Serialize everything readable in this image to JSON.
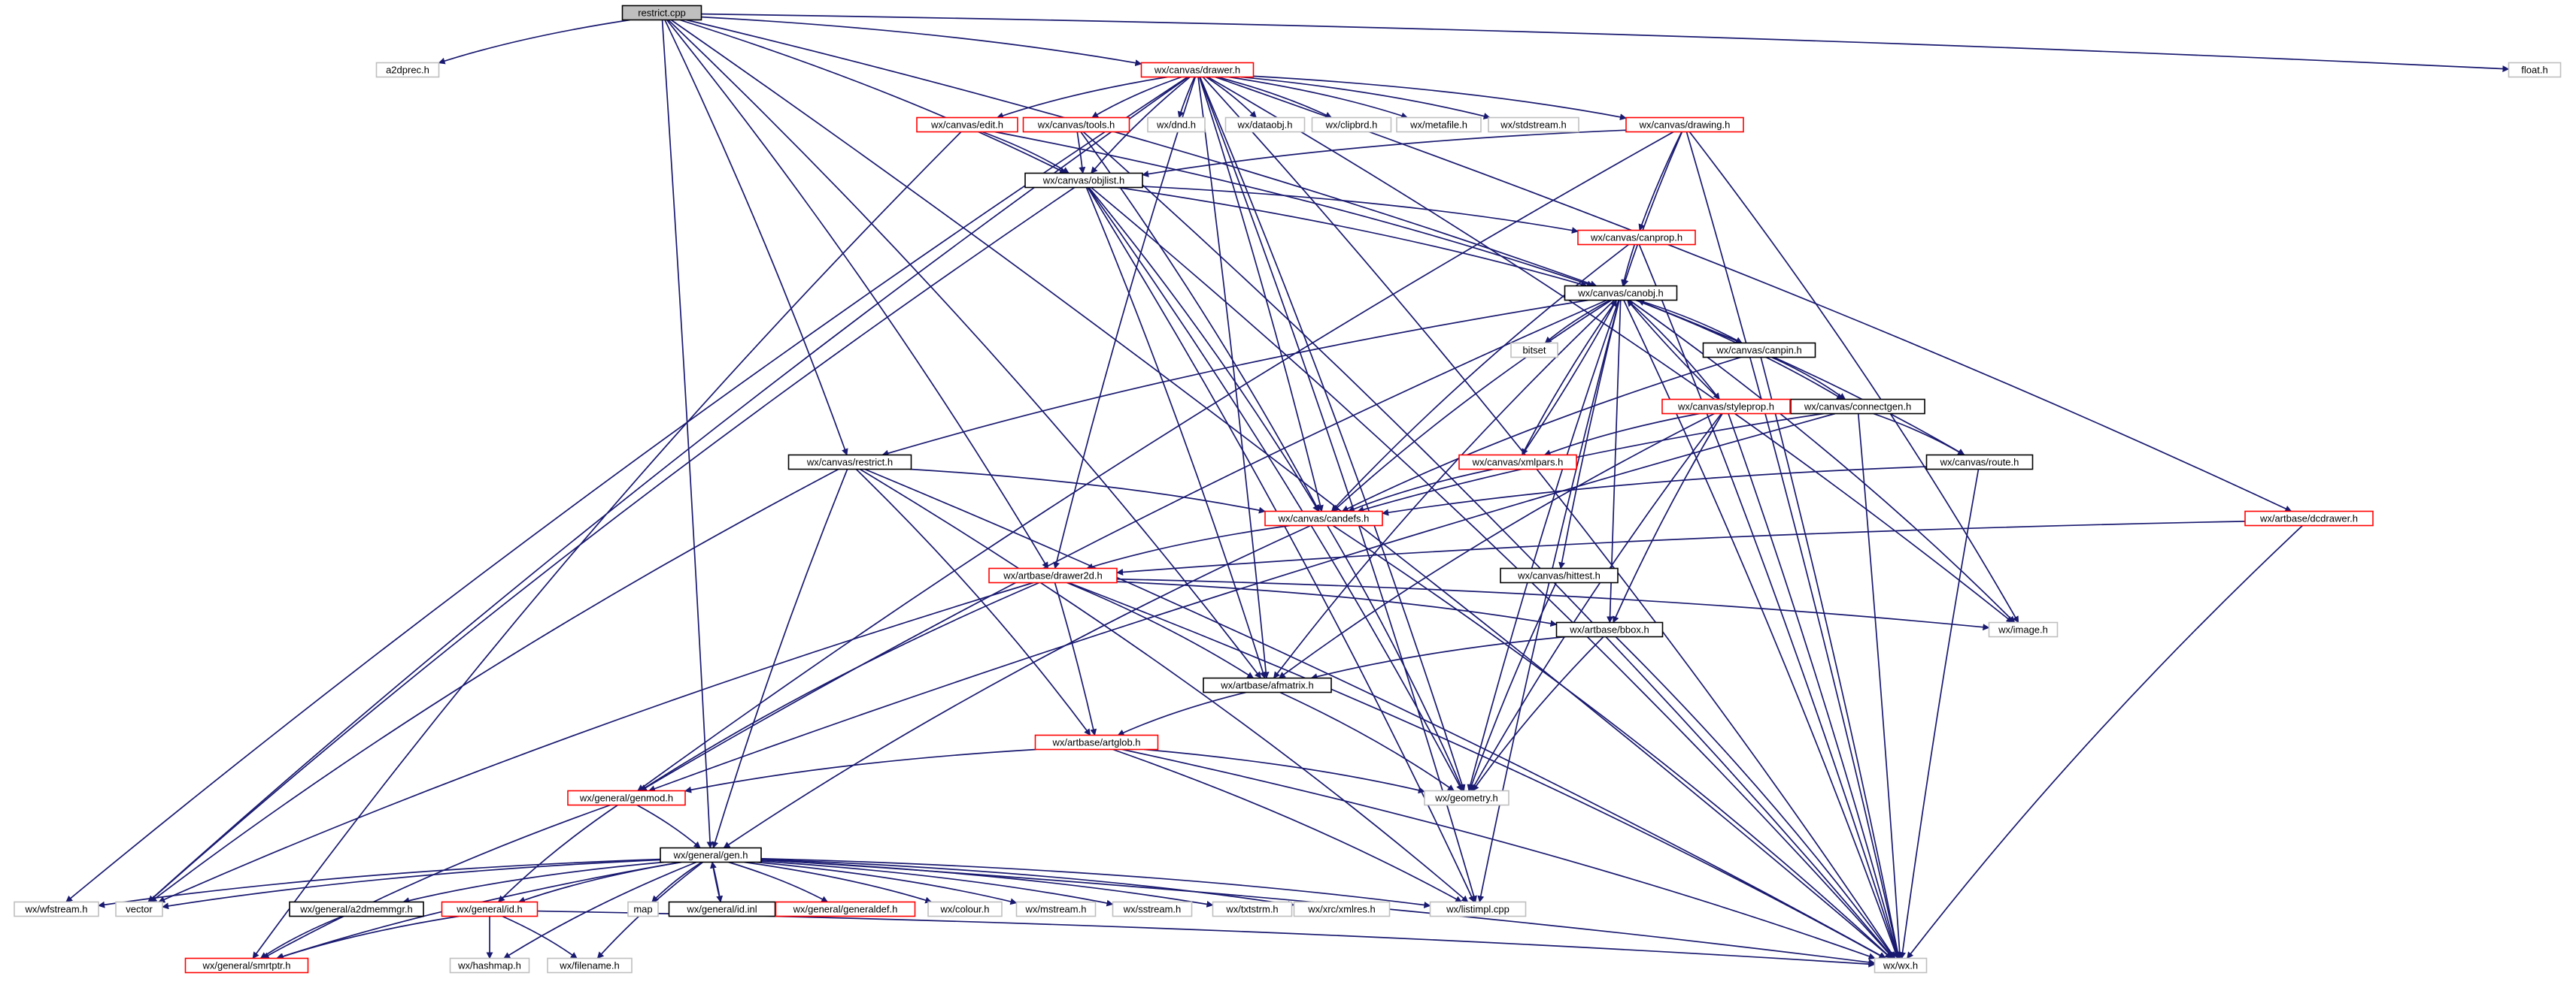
{
  "colors": {
    "edge": "#191970",
    "border_documented": "#000000",
    "border_undocumented_children": "#ff0000",
    "border_external": "#bfbfbf",
    "root_fill": "#bfbfbf",
    "label": "#000000"
  },
  "nodes": [
    {
      "id": "restrict_cpp",
      "label": "restrict.cpp",
      "style": "root"
    },
    {
      "id": "a2dprec_h",
      "label": "a2dprec.h",
      "style": "external"
    },
    {
      "id": "float_h",
      "label": "float.h",
      "style": "external"
    },
    {
      "id": "drawer_h",
      "label": "wx/canvas/drawer.h",
      "style": "red"
    },
    {
      "id": "edit_h",
      "label": "wx/canvas/edit.h",
      "style": "red"
    },
    {
      "id": "tools_h",
      "label": "wx/canvas/tools.h",
      "style": "red"
    },
    {
      "id": "dnd_h",
      "label": "wx/dnd.h",
      "style": "external"
    },
    {
      "id": "dataobj_h",
      "label": "wx/dataobj.h",
      "style": "external"
    },
    {
      "id": "clipbrd_h",
      "label": "wx/clipbrd.h",
      "style": "external"
    },
    {
      "id": "metafile_h",
      "label": "wx/metafile.h",
      "style": "external"
    },
    {
      "id": "stdstream_h",
      "label": "wx/stdstream.h",
      "style": "external"
    },
    {
      "id": "drawing_h",
      "label": "wx/canvas/drawing.h",
      "style": "red"
    },
    {
      "id": "objlist_h",
      "label": "wx/canvas/objlist.h",
      "style": "black"
    },
    {
      "id": "canprop_h",
      "label": "wx/canvas/canprop.h",
      "style": "red"
    },
    {
      "id": "canobj_h",
      "label": "wx/canvas/canobj.h",
      "style": "black"
    },
    {
      "id": "bitset",
      "label": "bitset",
      "style": "external"
    },
    {
      "id": "canpin_h",
      "label": "wx/canvas/canpin.h",
      "style": "black"
    },
    {
      "id": "connectgen_h",
      "label": "wx/canvas/connectgen.h",
      "style": "black"
    },
    {
      "id": "styleprop_h",
      "label": "wx/canvas/styleprop.h",
      "style": "red"
    },
    {
      "id": "restrict_h",
      "label": "wx/canvas/restrict.h",
      "style": "black"
    },
    {
      "id": "xmlpars_h",
      "label": "wx/canvas/xmlpars.h",
      "style": "red"
    },
    {
      "id": "route_h",
      "label": "wx/canvas/route.h",
      "style": "black"
    },
    {
      "id": "candefs_h",
      "label": "wx/canvas/candefs.h",
      "style": "red"
    },
    {
      "id": "dcdrawer_h",
      "label": "wx/artbase/dcdrawer.h",
      "style": "red"
    },
    {
      "id": "drawer2d_h",
      "label": "wx/artbase/drawer2d.h",
      "style": "red"
    },
    {
      "id": "hittest_h",
      "label": "wx/canvas/hittest.h",
      "style": "black"
    },
    {
      "id": "bbox_h",
      "label": "wx/artbase/bbox.h",
      "style": "black"
    },
    {
      "id": "image_h",
      "label": "wx/image.h",
      "style": "external"
    },
    {
      "id": "afmatrix_h",
      "label": "wx/artbase/afmatrix.h",
      "style": "black"
    },
    {
      "id": "artglob_h",
      "label": "wx/artbase/artglob.h",
      "style": "red"
    },
    {
      "id": "genmod_h",
      "label": "wx/general/genmod.h",
      "style": "red"
    },
    {
      "id": "geometry_h",
      "label": "wx/geometry.h",
      "style": "external"
    },
    {
      "id": "gen_h",
      "label": "wx/general/gen.h",
      "style": "black"
    },
    {
      "id": "wfstream_h",
      "label": "wx/wfstream.h",
      "style": "external"
    },
    {
      "id": "vector",
      "label": "vector",
      "style": "external"
    },
    {
      "id": "a2dmemmgr_h",
      "label": "wx/general/a2dmemmgr.h",
      "style": "black"
    },
    {
      "id": "id_h",
      "label": "wx/general/id.h",
      "style": "red"
    },
    {
      "id": "map",
      "label": "map",
      "style": "external"
    },
    {
      "id": "id_inl",
      "label": "wx/general/id.inl",
      "style": "black"
    },
    {
      "id": "generaldef_h",
      "label": "wx/general/generaldef.h",
      "style": "red"
    },
    {
      "id": "colour_h",
      "label": "wx/colour.h",
      "style": "external"
    },
    {
      "id": "mstream_h",
      "label": "wx/mstream.h",
      "style": "external"
    },
    {
      "id": "sstream_h",
      "label": "wx/sstream.h",
      "style": "external"
    },
    {
      "id": "txtstrm_h",
      "label": "wx/txtstrm.h",
      "style": "external"
    },
    {
      "id": "xmlres_h",
      "label": "wx/xrc/xmlres.h",
      "style": "external"
    },
    {
      "id": "listimpl_cpp",
      "label": "wx/listimpl.cpp",
      "style": "external"
    },
    {
      "id": "smrtptr_h",
      "label": "wx/general/smrtptr.h",
      "style": "red"
    },
    {
      "id": "hashmap_h",
      "label": "wx/hashmap.h",
      "style": "external"
    },
    {
      "id": "filename_h",
      "label": "wx/filename.h",
      "style": "external"
    },
    {
      "id": "wx_h",
      "label": "wx/wx.h",
      "style": "external"
    }
  ],
  "edges": [
    [
      "restrict_cpp",
      "a2dprec_h"
    ],
    [
      "restrict_cpp",
      "float_h"
    ],
    [
      "restrict_cpp",
      "drawer_h"
    ],
    [
      "restrict_cpp",
      "objlist_h"
    ],
    [
      "restrict_cpp",
      "canobj_h"
    ],
    [
      "restrict_cpp",
      "restrict_h"
    ],
    [
      "restrict_cpp",
      "drawer2d_h"
    ],
    [
      "restrict_cpp",
      "afmatrix_h"
    ],
    [
      "restrict_cpp",
      "gen_h"
    ],
    [
      "restrict_cpp",
      "wx_h"
    ],
    [
      "drawer_h",
      "edit_h"
    ],
    [
      "drawer_h",
      "tools_h"
    ],
    [
      "drawer_h",
      "dnd_h"
    ],
    [
      "drawer_h",
      "dataobj_h"
    ],
    [
      "drawer_h",
      "clipbrd_h"
    ],
    [
      "drawer_h",
      "metafile_h"
    ],
    [
      "drawer_h",
      "stdstream_h"
    ],
    [
      "drawer_h",
      "drawing_h"
    ],
    [
      "drawer_h",
      "objlist_h"
    ],
    [
      "drawer_h",
      "candefs_h"
    ],
    [
      "drawer_h",
      "dcdrawer_h"
    ],
    [
      "drawer_h",
      "image_h"
    ],
    [
      "drawer_h",
      "drawer2d_h"
    ],
    [
      "drawer_h",
      "afmatrix_h"
    ],
    [
      "drawer_h",
      "geometry_h"
    ],
    [
      "drawer_h",
      "wfstream_h"
    ],
    [
      "drawer_h",
      "vector"
    ],
    [
      "drawer_h",
      "listimpl_cpp"
    ],
    [
      "drawer_h",
      "wx_h"
    ],
    [
      "edit_h",
      "objlist_h"
    ],
    [
      "edit_h",
      "canobj_h"
    ],
    [
      "edit_h",
      "smrtptr_h"
    ],
    [
      "tools_h",
      "objlist_h"
    ],
    [
      "tools_h",
      "candefs_h"
    ],
    [
      "tools_h",
      "wx_h"
    ],
    [
      "drawing_h",
      "objlist_h"
    ],
    [
      "drawing_h",
      "canprop_h"
    ],
    [
      "drawing_h",
      "canobj_h"
    ],
    [
      "drawing_h",
      "image_h"
    ],
    [
      "drawing_h",
      "wx_h"
    ],
    [
      "drawing_h",
      "genmod_h"
    ],
    [
      "objlist_h",
      "canprop_h"
    ],
    [
      "objlist_h",
      "canobj_h"
    ],
    [
      "objlist_h",
      "candefs_h"
    ],
    [
      "objlist_h",
      "afmatrix_h"
    ],
    [
      "objlist_h",
      "geometry_h"
    ],
    [
      "objlist_h",
      "wx_h"
    ],
    [
      "objlist_h",
      "listimpl_cpp"
    ],
    [
      "objlist_h",
      "vector"
    ],
    [
      "canprop_h",
      "canobj_h"
    ],
    [
      "canprop_h",
      "candefs_h"
    ],
    [
      "canprop_h",
      "wx_h"
    ],
    [
      "canobj_h",
      "bitset"
    ],
    [
      "canobj_h",
      "canpin_h"
    ],
    [
      "canobj_h",
      "connectgen_h"
    ],
    [
      "canobj_h",
      "styleprop_h"
    ],
    [
      "canobj_h",
      "restrict_h"
    ],
    [
      "canobj_h",
      "xmlpars_h"
    ],
    [
      "canobj_h",
      "route_h"
    ],
    [
      "canobj_h",
      "candefs_h"
    ],
    [
      "canobj_h",
      "hittest_h"
    ],
    [
      "canobj_h",
      "bbox_h"
    ],
    [
      "canobj_h",
      "image_h"
    ],
    [
      "canobj_h",
      "afmatrix_h"
    ],
    [
      "canobj_h",
      "genmod_h"
    ],
    [
      "canobj_h",
      "geometry_h"
    ],
    [
      "canobj_h",
      "wx_h"
    ],
    [
      "canobj_h",
      "listimpl_cpp"
    ],
    [
      "canpin_h",
      "canobj_h"
    ],
    [
      "canpin_h",
      "connectgen_h"
    ],
    [
      "canpin_h",
      "candefs_h"
    ],
    [
      "canpin_h",
      "wx_h"
    ],
    [
      "connectgen_h",
      "route_h"
    ],
    [
      "connectgen_h",
      "candefs_h"
    ],
    [
      "connectgen_h",
      "wx_h"
    ],
    [
      "connectgen_h",
      "genmod_h"
    ],
    [
      "styleprop_h",
      "canobj_h"
    ],
    [
      "styleprop_h",
      "xmlpars_h"
    ],
    [
      "styleprop_h",
      "bbox_h"
    ],
    [
      "styleprop_h",
      "afmatrix_h"
    ],
    [
      "styleprop_h",
      "geometry_h"
    ],
    [
      "styleprop_h",
      "wx_h"
    ],
    [
      "xmlpars_h",
      "canobj_h"
    ],
    [
      "xmlpars_h",
      "candefs_h"
    ],
    [
      "restrict_h",
      "candefs_h"
    ],
    [
      "restrict_h",
      "artglob_h"
    ],
    [
      "restrict_h",
      "gen_h"
    ],
    [
      "restrict_h",
      "wx_h"
    ],
    [
      "restrict_h",
      "vector"
    ],
    [
      "restrict_h",
      "listimpl_cpp"
    ],
    [
      "route_h",
      "candefs_h"
    ],
    [
      "route_h",
      "wx_h"
    ],
    [
      "candefs_h",
      "drawer2d_h"
    ],
    [
      "candefs_h",
      "geometry_h"
    ],
    [
      "candefs_h",
      "wx_h"
    ],
    [
      "candefs_h",
      "gen_h"
    ],
    [
      "dcdrawer_h",
      "drawer2d_h"
    ],
    [
      "dcdrawer_h",
      "wx_h"
    ],
    [
      "drawer2d_h",
      "bbox_h"
    ],
    [
      "drawer2d_h",
      "image_h"
    ],
    [
      "drawer2d_h",
      "afmatrix_h"
    ],
    [
      "drawer2d_h",
      "artglob_h"
    ],
    [
      "drawer2d_h",
      "genmod_h"
    ],
    [
      "drawer2d_h",
      "wx_h"
    ],
    [
      "drawer2d_h",
      "vector"
    ],
    [
      "hittest_h",
      "geometry_h"
    ],
    [
      "bbox_h",
      "afmatrix_h"
    ],
    [
      "bbox_h",
      "geometry_h"
    ],
    [
      "bbox_h",
      "wx_h"
    ],
    [
      "afmatrix_h",
      "artglob_h"
    ],
    [
      "afmatrix_h",
      "geometry_h"
    ],
    [
      "artglob_h",
      "genmod_h"
    ],
    [
      "artglob_h",
      "geometry_h"
    ],
    [
      "artglob_h",
      "wx_h"
    ],
    [
      "artglob_h",
      "listimpl_cpp"
    ],
    [
      "genmod_h",
      "gen_h"
    ],
    [
      "genmod_h",
      "id_h"
    ],
    [
      "genmod_h",
      "smrtptr_h"
    ],
    [
      "gen_h",
      "wfstream_h"
    ],
    [
      "gen_h",
      "vector"
    ],
    [
      "gen_h",
      "a2dmemmgr_h"
    ],
    [
      "gen_h",
      "id_h"
    ],
    [
      "gen_h",
      "map"
    ],
    [
      "gen_h",
      "id_inl"
    ],
    [
      "gen_h",
      "generaldef_h"
    ],
    [
      "gen_h",
      "colour_h"
    ],
    [
      "gen_h",
      "mstream_h"
    ],
    [
      "gen_h",
      "sstream_h"
    ],
    [
      "gen_h",
      "txtstrm_h"
    ],
    [
      "gen_h",
      "xmlres_h"
    ],
    [
      "gen_h",
      "listimpl_cpp"
    ],
    [
      "gen_h",
      "smrtptr_h"
    ],
    [
      "gen_h",
      "hashmap_h"
    ],
    [
      "gen_h",
      "filename_h"
    ],
    [
      "gen_h",
      "wx_h"
    ],
    [
      "a2dmemmgr_h",
      "smrtptr_h"
    ],
    [
      "id_h",
      "smrtptr_h"
    ],
    [
      "id_h",
      "hashmap_h"
    ],
    [
      "id_h",
      "filename_h"
    ],
    [
      "id_h",
      "wx_h"
    ],
    [
      "id_inl",
      "gen_h"
    ]
  ]
}
